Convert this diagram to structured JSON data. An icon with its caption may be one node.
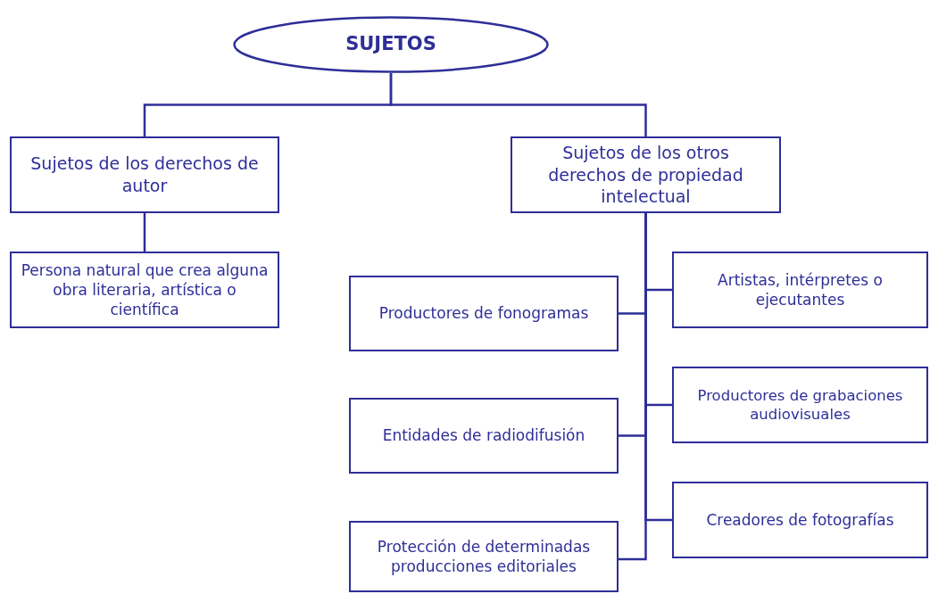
{
  "diagram": {
    "nodes": [
      {
        "text": [
          "SUJETOS"
        ]
      },
      {
        "text": [
          "Sujetos de los derechos de autor"
        ]
      },
      {
        "text": [
          "Sujetos de los otros derechos de propiedad intelectual"
        ]
      },
      {
        "text": [
          "Persona natural que crea alguna obra literaria, artística o científica"
        ]
      },
      {
        "text": [
          "Artistas, intérpretes o ejecutantes"
        ]
      },
      {
        "text": [
          "Productores de fonogramas"
        ]
      },
      {
        "text": [
          "Productores de grabaciones audiovisuales"
        ]
      },
      {
        "text": [
          "Entidades de radiodifusión"
        ]
      },
      {
        "text": [
          "Creadores de fotografías"
        ]
      },
      {
        "text": [
          "Protección de determinadas producciones editoriales"
        ]
      }
    ],
    "edges": [
      {
        "from": 0,
        "to": 1,
        "arrow": "none"
      },
      {
        "from": 0,
        "to": 2,
        "arrow": "none"
      },
      {
        "from": 1,
        "to": 3,
        "arrow": "none"
      },
      {
        "from": 2,
        "to": 4,
        "arrow": "none"
      },
      {
        "from": 2,
        "to": 5,
        "arrow": "none"
      },
      {
        "from": 2,
        "to": 6,
        "arrow": "none"
      },
      {
        "from": 2,
        "to": 7,
        "arrow": "none"
      },
      {
        "from": 2,
        "to": 8,
        "arrow": "none"
      },
      {
        "from": 2,
        "to": 9,
        "arrow": "none"
      }
    ]
  }
}
